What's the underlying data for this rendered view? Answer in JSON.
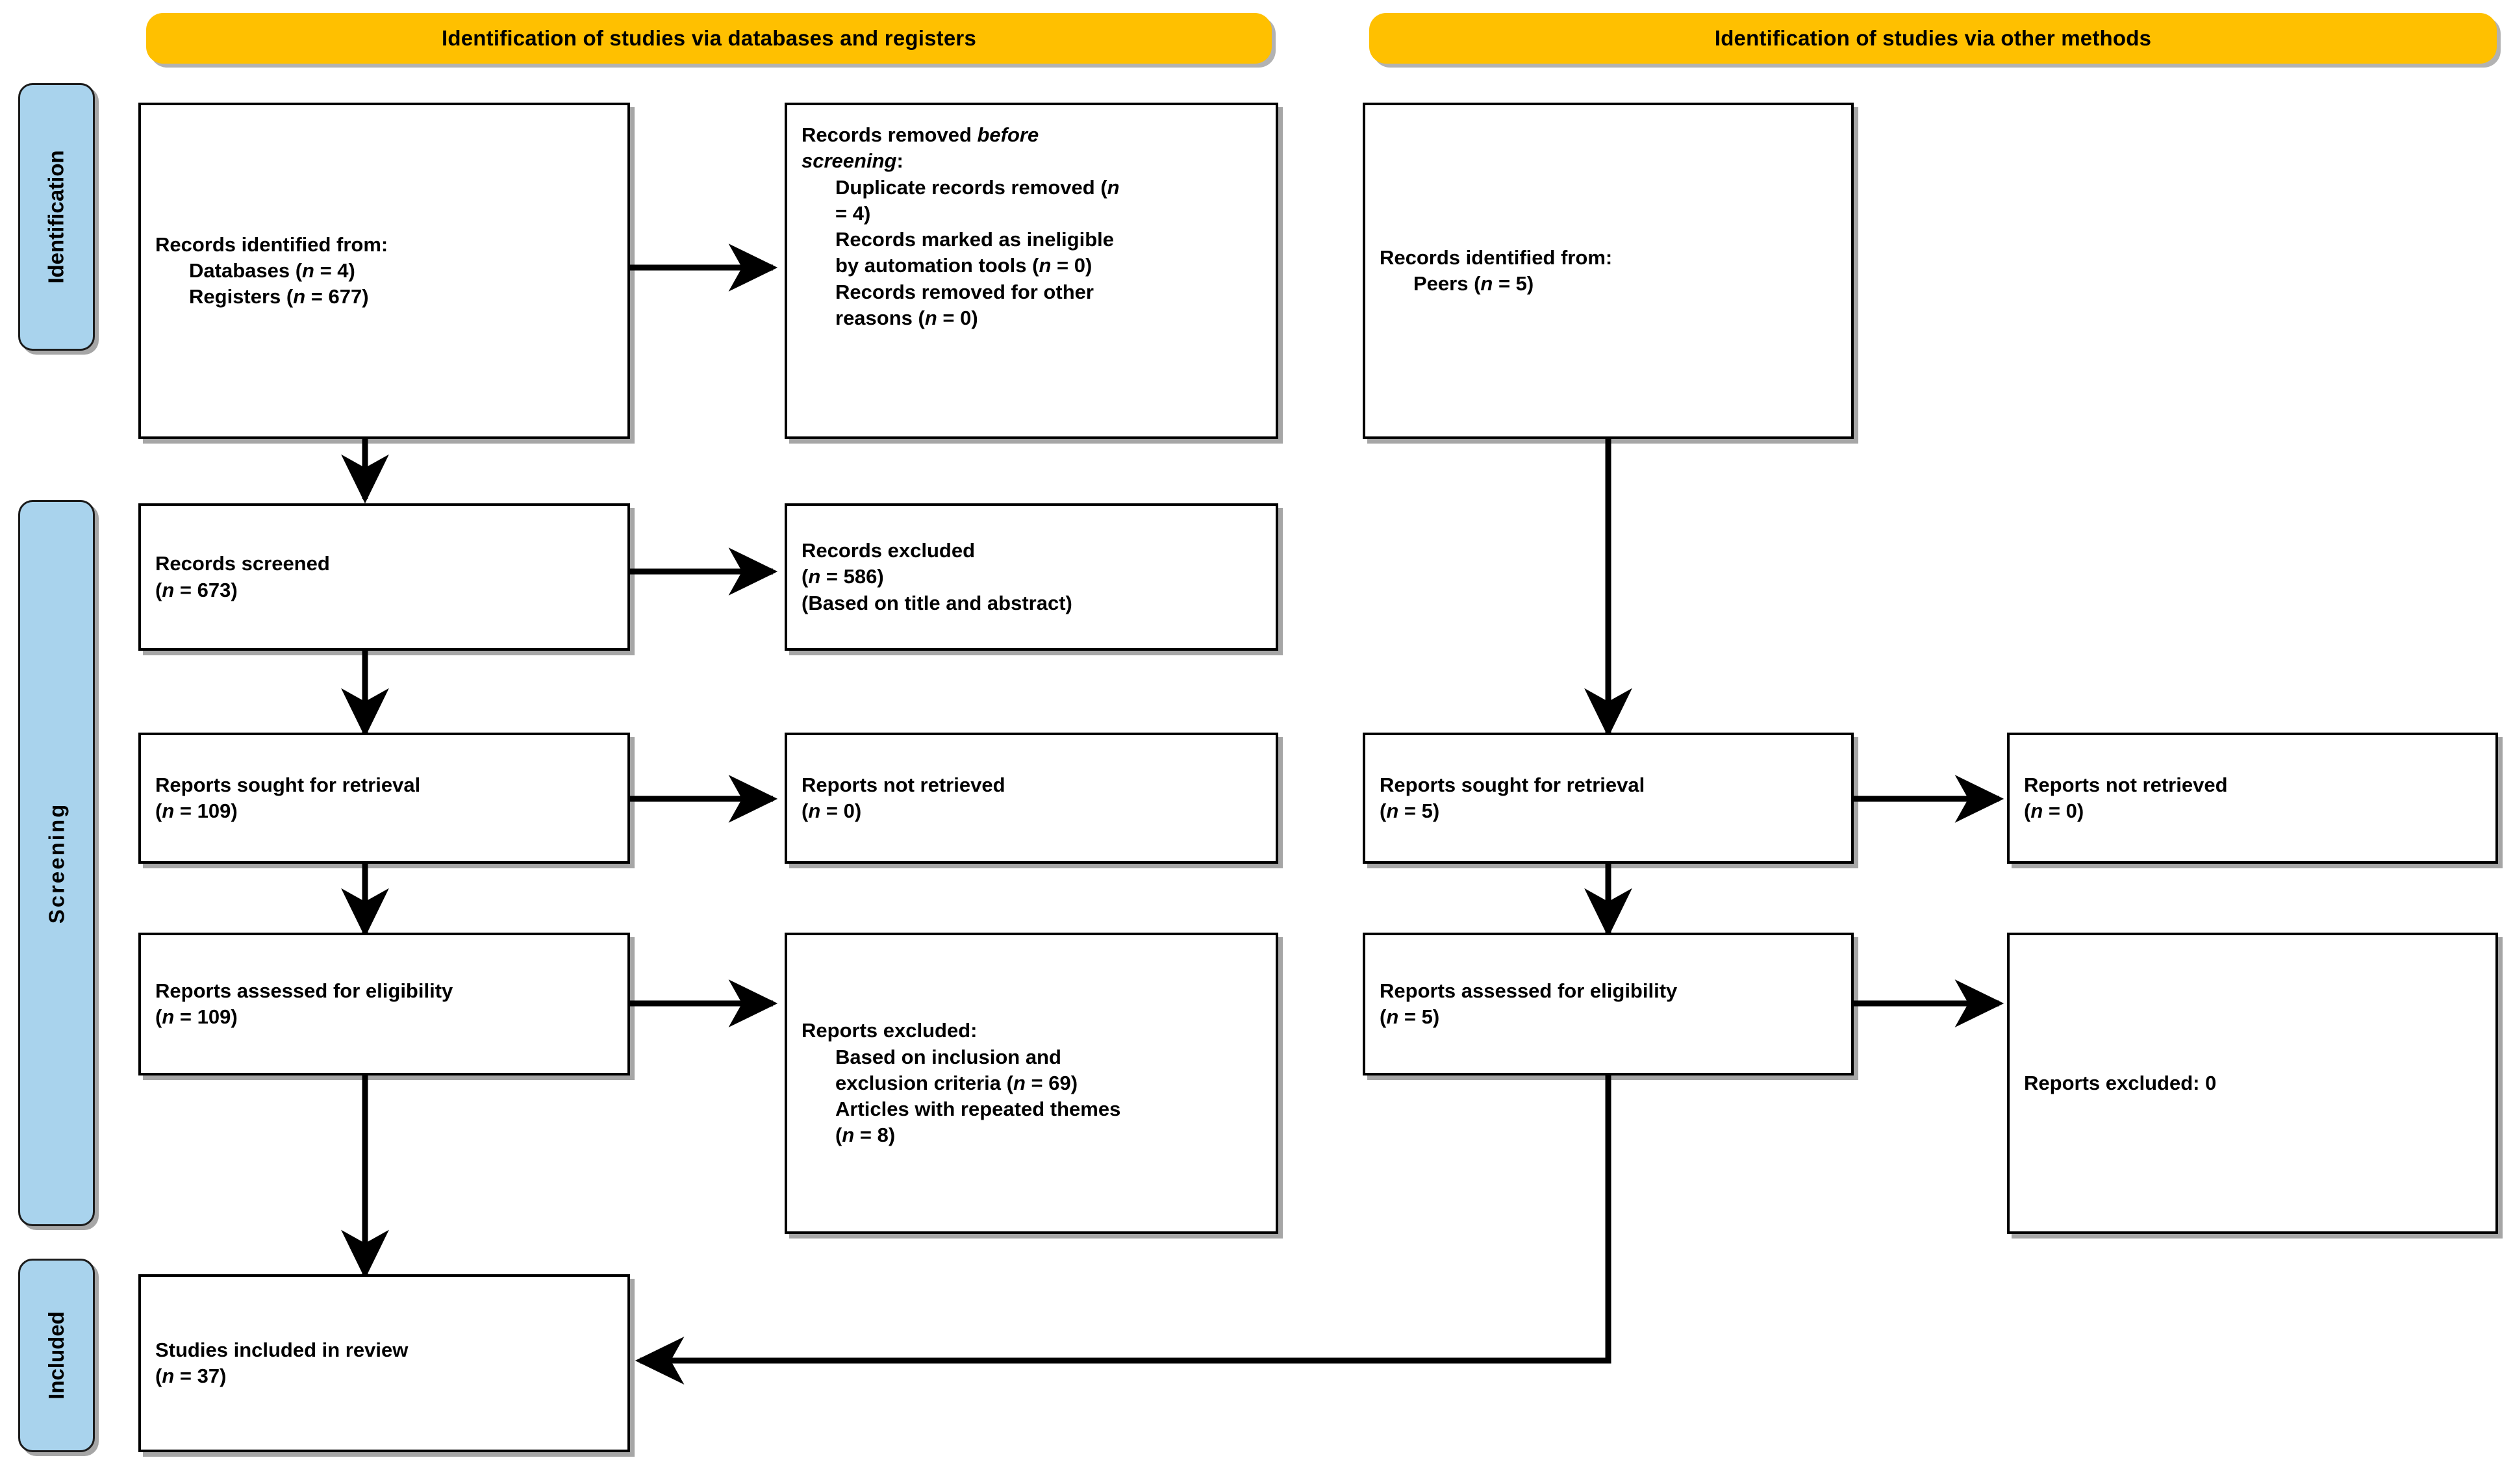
{
  "diagram": {
    "type": "PRISMA 2020 flow diagram",
    "accent_orange": "#FFC000",
    "accent_blue": "#A9D3ED",
    "line_color": "#000000"
  },
  "banners": {
    "left": "Identification of studies via databases and registers",
    "right": "Identification of studies via other methods"
  },
  "stages": {
    "identification": "Identification",
    "screening": "Screening",
    "included": "Included"
  },
  "left_column": {
    "identified": {
      "line1": "Records identified from:",
      "line2": "Databases (",
      "line2_n": "n",
      "line2_val": " = 4)",
      "line3": "Registers (",
      "line3_n": "n",
      "line3_val": " = 677)"
    },
    "removed": {
      "line1a": "Records removed ",
      "line1b": "before",
      "line2b": "screening",
      "line2c": ":",
      "item1a": "Duplicate records removed (",
      "item1n": "n",
      "item1b": " = 4)",
      "item2a": "Records marked as ineligible",
      "item2b": "by automation tools (",
      "item2n": "n",
      "item2c": " = 0)",
      "item3a": "Records removed for other",
      "item3b": "reasons (",
      "item3n": "n",
      "item3c": " = 0)"
    },
    "screened": {
      "line1": "Records screened",
      "line2a": "(",
      "line2n": "n",
      "line2b": " = 673)"
    },
    "excluded": {
      "line1": "Records excluded",
      "line2a": "(",
      "line2n": "n",
      "line2b": " = 586)",
      "line3": "(Based on title and abstract)"
    },
    "sought": {
      "line1": "Reports sought for retrieval",
      "line2a": "(",
      "line2n": "n",
      "line2b": " = 109)"
    },
    "not_retrieved": {
      "line1": "Reports not retrieved",
      "line2a": "(",
      "line2n": "n",
      "line2b": " = 0)"
    },
    "assessed": {
      "line1": "Reports assessed for eligibility",
      "line2a": "(",
      "line2n": "n",
      "line2b": " = 109)"
    },
    "reports_excluded": {
      "line1": "Reports excluded:",
      "item1a": "Based on inclusion and",
      "item1b": "exclusion criteria (",
      "item1n": "n",
      "item1c": " = 69)",
      "item2a": "Articles with repeated themes",
      "item2b": "(",
      "item2n": "n",
      "item2c": " = 8)"
    },
    "included_studies": {
      "line1": "Studies included in review",
      "line2a": "(",
      "line2n": "n",
      "line2b": " = 37)"
    }
  },
  "right_column": {
    "identified": {
      "line1": "Records identified from:",
      "line2": "Peers (",
      "line2n": "n",
      "line2b": " = 5)"
    },
    "sought": {
      "line1": "Reports sought for retrieval",
      "line2a": "(",
      "line2n": "n",
      "line2b": " = 5)"
    },
    "not_retrieved": {
      "line1": "Reports not retrieved",
      "line2a": "(",
      "line2n": "n",
      "line2b": " = 0)"
    },
    "assessed": {
      "line1": "Reports assessed for eligibility",
      "line2a": "(",
      "line2n": "n",
      "line2b": " = 5)"
    },
    "reports_excluded": {
      "line1": "Reports excluded: 0"
    }
  }
}
